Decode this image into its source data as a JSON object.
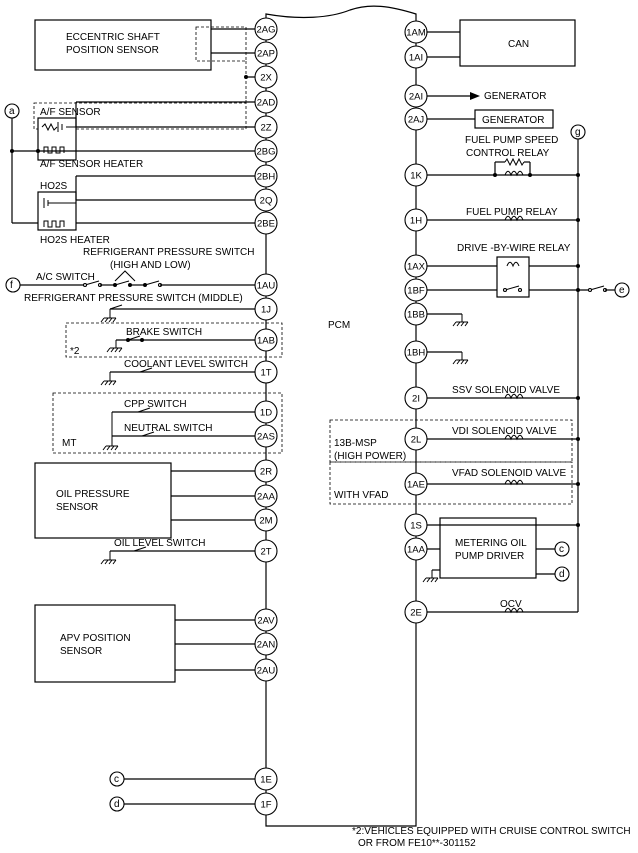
{
  "pcm": {
    "label": "PCM",
    "left_pins": [
      "2AG",
      "2AP",
      "2X",
      "2AD",
      "2Z",
      "2BG",
      "2BH",
      "2Q",
      "2BE",
      "1AU",
      "1J",
      "1AB",
      "1T",
      "1D",
      "2AS",
      "2R",
      "2AA",
      "2M",
      "2T",
      "2AV",
      "2AN",
      "2AU",
      "1E",
      "1F"
    ],
    "right_pins": [
      "1AM",
      "1AI",
      "2AI",
      "2AJ",
      "1K",
      "1H",
      "1AX",
      "1BF",
      "1BB",
      "1BH",
      "2I",
      "2L",
      "1AE",
      "1S",
      "1AA",
      "2E"
    ]
  },
  "components": {
    "eccentric": [
      "ECCENTRIC SHAFT",
      "POSITION SENSOR"
    ],
    "af_sensor": "A/F SENSOR",
    "af_heater": "A/F SENSOR HEATER",
    "ho2s": "HO2S",
    "ho2s_heater": "HO2S HEATER",
    "ref_hl": [
      "REFRIGERANT PRESSURE  SWITCH",
      "(HIGH AND LOW)"
    ],
    "ac_switch": "A/C SWITCH",
    "ref_mid": "REFRIGERANT PRESSURE  SWITCH (MIDDLE)",
    "brake": "BRAKE SWITCH",
    "note_mark": "*2",
    "coolant": "COOLANT LEVEL SWITCH",
    "cpp": "CPP SWITCH",
    "neutral": "NEUTRAL SWITCH",
    "mt": "MT",
    "oil_pressure": [
      "OIL PRESSURE",
      "SENSOR"
    ],
    "oil_level": "OIL LEVEL SWITCH",
    "apv": [
      "APV POSITION",
      "SENSOR"
    ],
    "can": "CAN",
    "generator_out": "GENERATOR",
    "generator_box": "GENERATOR",
    "fp_speed": [
      "FUEL PUMP SPEED",
      "CONTROL RELAY"
    ],
    "fp_relay": "FUEL PUMP RELAY",
    "dbw_relay": "DRIVE -BY-WIRE RELAY",
    "ssv": "SSV SOLENOID VALVE",
    "vdi": "VDI SOLENOID VALVE",
    "msp": [
      "13B-MSP",
      "(HIGH POWER)"
    ],
    "vfad": "VFAD SOLENOID VALVE",
    "with_vfad": "WITH VFAD",
    "metering": [
      "METERING OIL",
      "PUMP DRIVER"
    ],
    "ocv": "OCV"
  },
  "connectors": {
    "a": "a",
    "c": "c",
    "d": "d",
    "e": "e",
    "f": "f",
    "g": "g"
  },
  "footnote": [
    "*2:VEHICLES EQUIPPED WITH CRUISE CONTROL SWITCH",
    "OR FROM FE10**-301152"
  ]
}
